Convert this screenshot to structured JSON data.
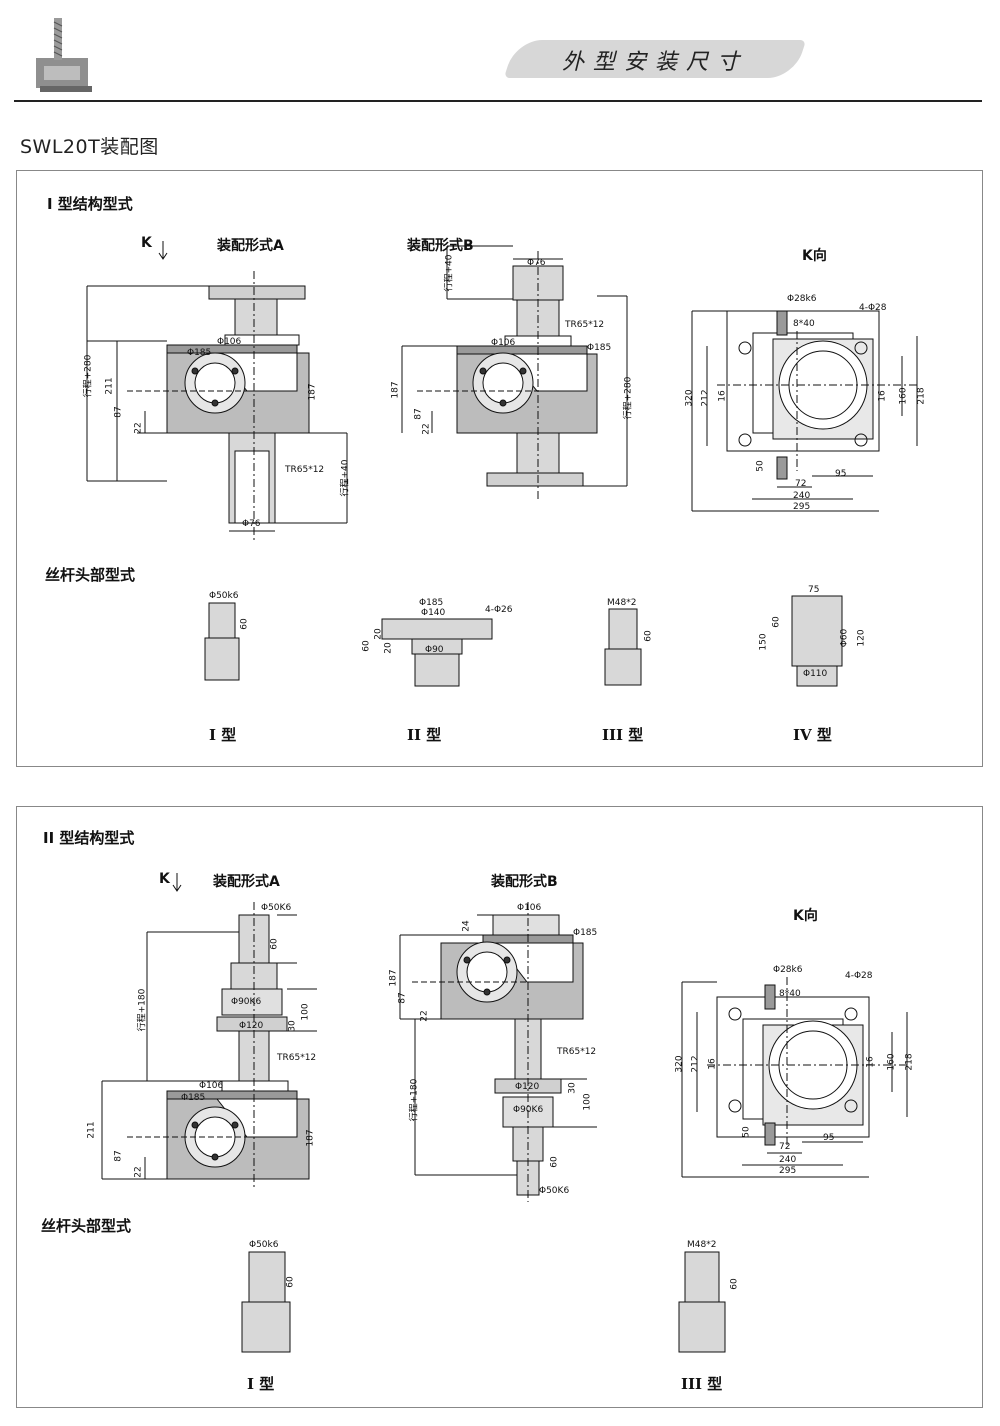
{
  "header": {
    "title": "外型安装尺寸",
    "subtitle": "SWL20T装配图"
  },
  "section1": {
    "title": "I 型结构型式",
    "k_label": "K",
    "assembly_a": {
      "label": "装配形式A",
      "dims": {
        "d106": "Φ106",
        "d185": "Φ185",
        "tr": "TR65*12",
        "d76": "Φ76",
        "stroke280": "行程+280",
        "stroke40": "行程+40",
        "h211": "211",
        "h87": "87",
        "h22": "22",
        "h187": "187"
      }
    },
    "assembly_b": {
      "label": "装配形式B",
      "dims": {
        "d76": "Φ76",
        "d106": "Φ106",
        "d185": "Φ185",
        "tr": "TR65*12",
        "stroke40": "行程+40",
        "stroke280": "行程+280",
        "h187": "187",
        "h87": "87",
        "h22": "22"
      }
    },
    "k_view": {
      "label": "K向",
      "dims": {
        "d28k6": "Φ28k6",
        "holes": "4-Φ28",
        "key": "8*40",
        "h320": "320",
        "h212": "212",
        "h16a": "16",
        "h16b": "16",
        "h160": "160",
        "h218": "218",
        "w50": "50",
        "w95": "95",
        "w72": "72",
        "w240": "240",
        "w295": "295"
      }
    },
    "head_title": "丝杆头部型式",
    "heads": [
      {
        "type": "I 型",
        "dims": [
          "Φ50k6",
          "60"
        ]
      },
      {
        "type": "II 型",
        "dims": [
          "Φ185",
          "Φ140",
          "4-Φ26",
          "Φ90",
          "60",
          "20",
          "20"
        ]
      },
      {
        "type": "III 型",
        "dims": [
          "M48*2",
          "60"
        ]
      },
      {
        "type": "IV 型",
        "dims": [
          "75",
          "60",
          "150",
          "Φ60",
          "120",
          "Φ110"
        ]
      }
    ]
  },
  "section2": {
    "title": "II 型结构型式",
    "k_label": "K",
    "assembly_a": {
      "label": "装配形式A",
      "dims": {
        "d50k6": "Φ50K6",
        "h60": "60",
        "d90k6": "Φ90K6",
        "d120": "Φ120",
        "h30": "30",
        "h100": "100",
        "tr": "TR65*12",
        "d106": "Φ106",
        "d185": "Φ185",
        "stroke180": "行程+180",
        "h211": "211",
        "h87": "87",
        "h22": "22",
        "h187": "187"
      }
    },
    "assembly_b": {
      "label": "装配形式B",
      "dims": {
        "d106": "Φ106",
        "d185": "Φ185",
        "h24": "24",
        "h187": "187",
        "h87": "87",
        "h22": "22",
        "tr": "TR65*12",
        "stroke180": "行程+180",
        "d120": "Φ120",
        "h30": "30",
        "d90k6": "Φ90K6",
        "h100": "100",
        "h60": "60",
        "d50k6": "Φ50K6"
      }
    },
    "k_view": {
      "label": "K向",
      "dims": {
        "d28k6": "Φ28k6",
        "holes": "4-Φ28",
        "key": "8*40",
        "h320": "320",
        "h212": "212",
        "h16a": "16",
        "h16b": "16",
        "h160": "160",
        "h218": "218",
        "w50": "50",
        "w95": "95",
        "w72": "72",
        "w240": "240",
        "w295": "295"
      }
    },
    "head_title": "丝杆头部型式",
    "heads": [
      {
        "type": "I 型",
        "dims": [
          "Φ50k6",
          "60"
        ]
      },
      {
        "type": "III 型",
        "dims": [
          "M48*2",
          "60"
        ]
      }
    ]
  }
}
